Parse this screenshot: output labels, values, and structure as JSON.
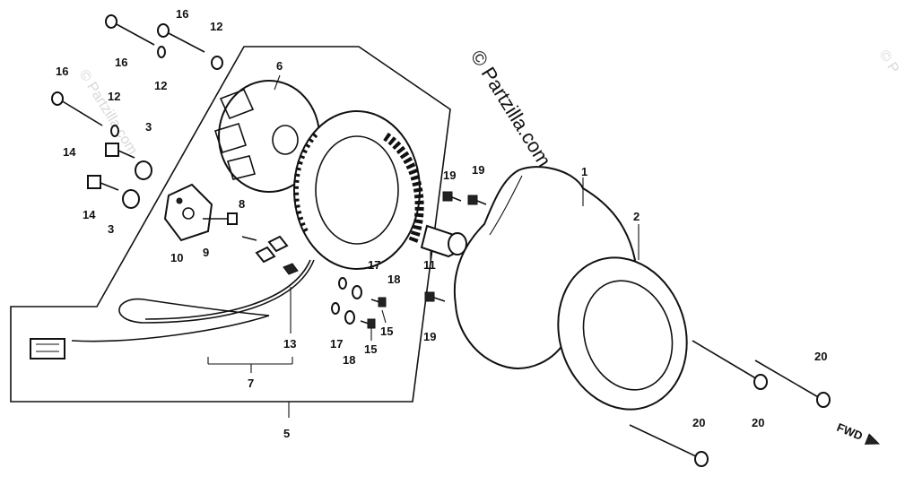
{
  "watermark": {
    "main": "© Partzilla.com",
    "faint_left": "© Partzilla.com",
    "faint_right": "© P"
  },
  "fwd_label": "FWD",
  "callouts": {
    "p1": "1",
    "p2": "2",
    "p3a": "3",
    "p3b": "3",
    "p5": "5",
    "p6": "6",
    "p7": "7",
    "p8": "8",
    "p9": "9",
    "p10": "10",
    "p11": "11",
    "p12a": "12",
    "p12b": "12",
    "p12c": "12",
    "p13": "13",
    "p14a": "14",
    "p14b": "14",
    "p15a": "15",
    "p15b": "15",
    "p16a": "16",
    "p16b": "16",
    "p16c": "16",
    "p17a": "17",
    "p17b": "17",
    "p18a": "18",
    "p18b": "18",
    "p19a": "19",
    "p19b": "19",
    "p19c": "19",
    "p20a": "20",
    "p20b": "20",
    "p20c": "20"
  }
}
